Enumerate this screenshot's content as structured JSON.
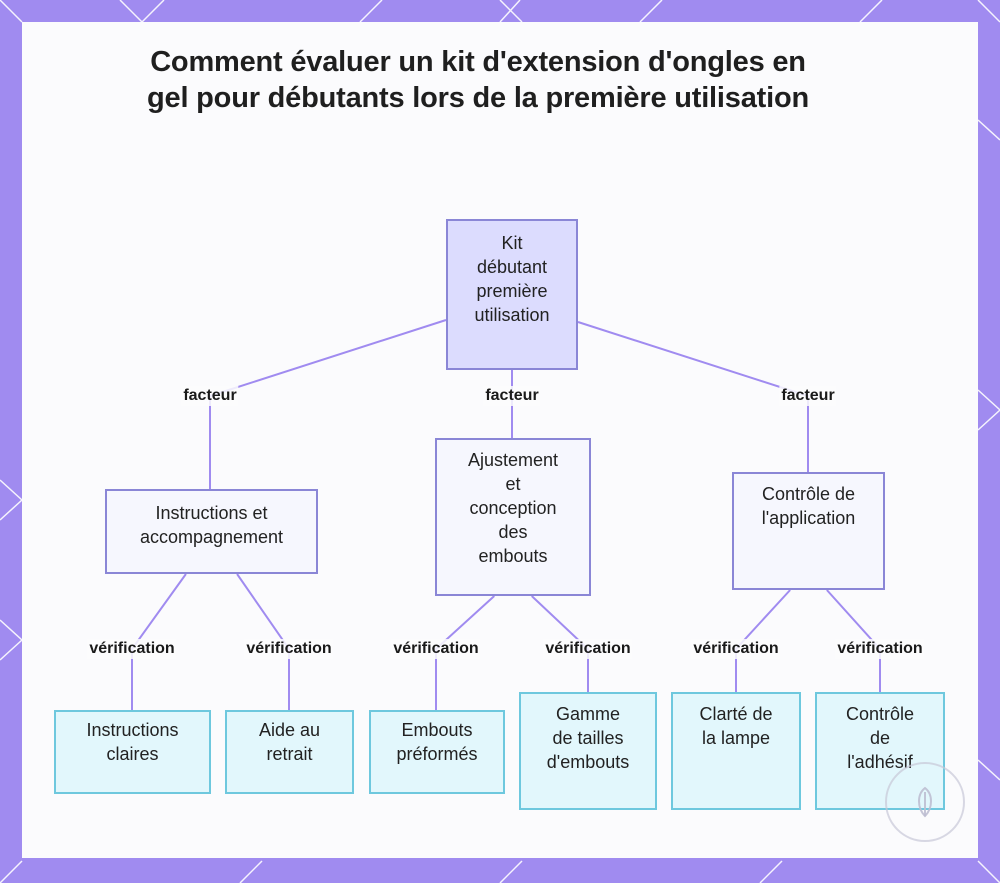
{
  "title": "Comment évaluer un kit d'extension d'ongles en gel pour débutants lors de la première utilisation",
  "colors": {
    "frame": "#a08bf0",
    "background": "#fbfbfd",
    "root_fill": "#dcdcfe",
    "node_border": "#8a86d6",
    "leaf_fill": "#e2f7fc",
    "leaf_border": "#6ec8de",
    "connector": "#a08bf0"
  },
  "diagram": {
    "root": {
      "label": "Kit débutant première utilisation"
    },
    "branches": [
      {
        "label": "Instructions et accompagnement",
        "edge_label": "facteur",
        "children": [
          {
            "label": "Instructions claires",
            "edge_label": "vérification"
          },
          {
            "label": "Aide au retrait",
            "edge_label": "vérification"
          }
        ]
      },
      {
        "label": "Ajustement et conception des embouts",
        "edge_label": "facteur",
        "children": [
          {
            "label": "Embouts préformés",
            "edge_label": "vérification"
          },
          {
            "label": "Gamme de tailles d'embouts",
            "edge_label": "vérification"
          }
        ]
      },
      {
        "label": "Contrôle de l'application",
        "edge_label": "facteur",
        "children": [
          {
            "label": "Clarté de la lampe",
            "edge_label": "vérification"
          },
          {
            "label": "Contrôle de l'adhésif",
            "edge_label": "vérification"
          }
        ]
      }
    ]
  },
  "watermark_icon": "feather-logo-icon"
}
